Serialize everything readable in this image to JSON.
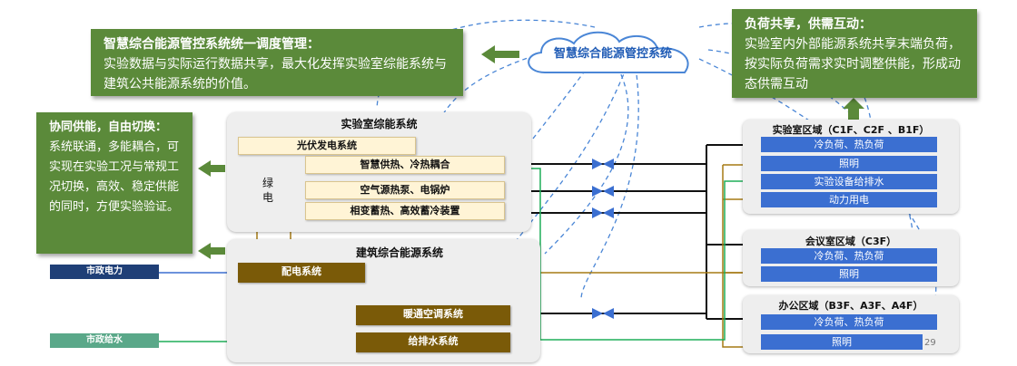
{
  "top_left_box": {
    "title": "智慧综合能源管控系统统一调度管理：",
    "body": "实验数据与实际运行数据共享，最大化发挥实验室综能系统与建筑公共能源系统的价值。"
  },
  "top_right_box": {
    "title": "负荷共享，供需互动：",
    "body": "实验室内外部能源系统共享末端负荷，按实际负荷需求实时调整供能，形成动态供需互动"
  },
  "left_box": {
    "title": "协同供能，自由切换：",
    "body": "系统联通，多能耦合，可实现在实验工况与常规工况切换，高效、稳定供能的同时，方便实验验证。"
  },
  "cloud": {
    "label": "智慧综合能源管控系统"
  },
  "lab_system": {
    "title": "实验室综能系统",
    "pv": "光伏发电系统",
    "green_power": "绿电",
    "items": [
      "智慧供热、冷热耦合",
      "空气源热泵、电锅炉",
      "相变蓄热、高效蓄冷装置"
    ]
  },
  "building_system": {
    "title": "建筑综合能源系统",
    "power_dist": "配电系统",
    "hvac": "暖通空调系统",
    "water": "给排水系统"
  },
  "inputs": {
    "municipal_power": "市政电力",
    "municipal_water": "市政给水"
  },
  "zones": {
    "lab": {
      "title": "实验室区域（C1F、C2F 、B1F）",
      "loads": [
        "冷负荷、热负荷",
        "照明",
        "实验设备给排水",
        "动力用电"
      ]
    },
    "meeting": {
      "title": "会议室区域（C3F）",
      "loads": [
        "冷负荷、热负荷",
        "照明"
      ]
    },
    "office": {
      "title": "办公区域（B3F、A3F、A4F）",
      "loads": [
        "冷负荷、热负荷",
        "照明"
      ]
    }
  },
  "page_number": "29",
  "colors": {
    "green_box": "#5b8a3a",
    "blue_bar": "#3b6fd1",
    "brown": "#7a5a08",
    "cream": "#fff4d6"
  }
}
